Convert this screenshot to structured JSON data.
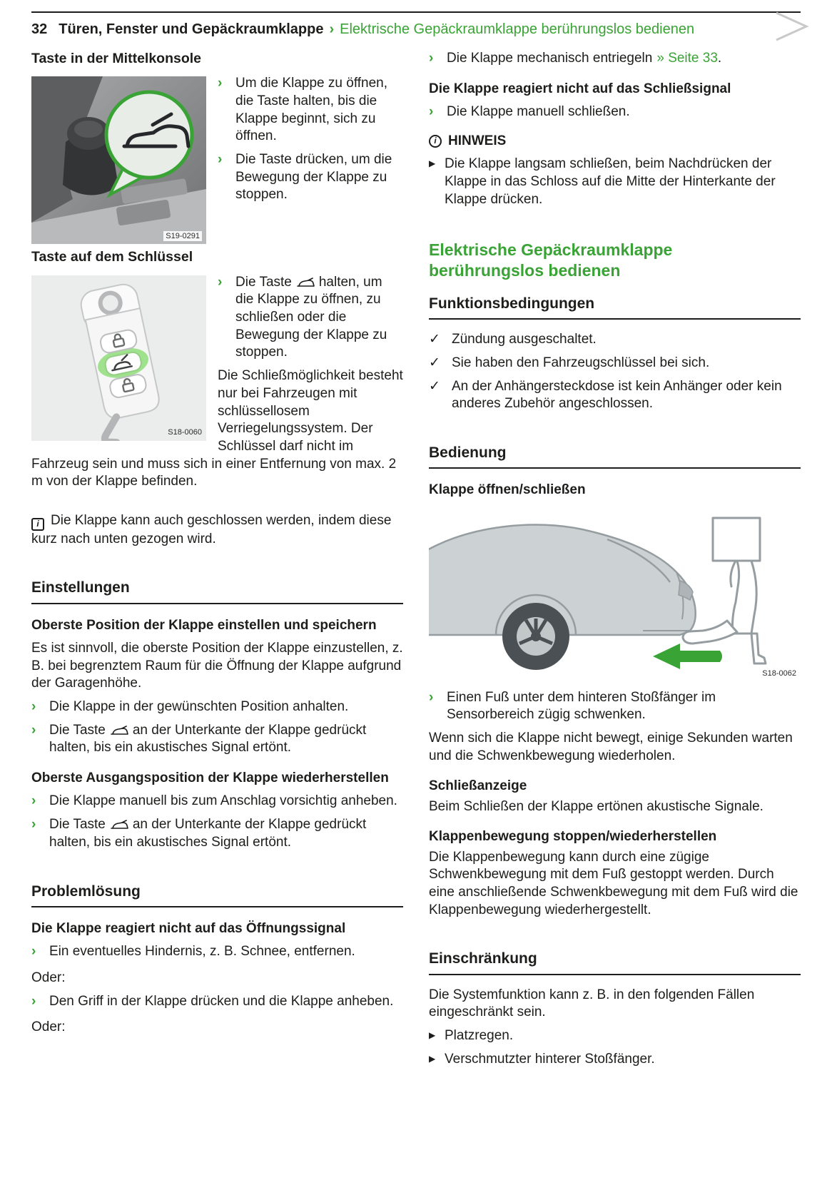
{
  "colors": {
    "accent_green": "#3aa335",
    "text": "#1d1d1b"
  },
  "glyphs": {
    "bullet": "›",
    "check": "✓",
    "triangle": "▶",
    "info": "i"
  },
  "header": {
    "page_number": "32",
    "chapter": "Türen, Fenster und Gepäckraumklappe",
    "separator": "›",
    "section": "Elektrische Gepäckraumklappe berührungslos bedienen"
  },
  "left": {
    "console_heading": "Taste in der Mittelkonsole",
    "console_image_label": "S19-0291",
    "console_bullets": [
      "Um die Klappe zu öffnen, die Taste halten, bis die Klappe beginnt, sich zu öffnen.",
      "Die Taste drücken, um die Bewegung der Klappe zu stoppen."
    ],
    "key_heading": "Taste auf dem Schlüssel",
    "key_image_label": "S18-0060",
    "key_bullet_pre": "Die Taste",
    "key_bullet_post": "halten, um die Klappe zu öffnen, zu schließen oder die Bewegung der Klappe zu stoppen.",
    "key_paragraph": "Die Schließmöglichkeit besteht nur bei Fahrzeugen mit schlüssellosem Verriegelungssystem. Der Schlüssel darf nicht im Fahrzeug sein und muss sich in einer Entfernung von max. 2 m von der Klappe befinden.",
    "info_note": "Die Klappe kann auch geschlossen werden, indem diese kurz nach unten gezogen wird.",
    "settings_heading": "Einstellungen",
    "settings_sub1": "Oberste Position der Klappe einstellen und speichern",
    "settings_p1": "Es ist sinnvoll, die oberste Position der Klappe einzustellen, z. B. bei begrenztem Raum für die Öffnung der Klappe aufgrund der Garagenhöhe.",
    "settings_b1": "Die Klappe in der gewünschten Position anhalten.",
    "settings_b2_pre": "Die Taste",
    "settings_b2_post": "an der Unterkante der Klappe gedrückt halten, bis ein akustisches Signal ertönt.",
    "settings_sub2": "Oberste Ausgangsposition der Klappe wiederherstellen",
    "settings_b3": "Die Klappe manuell bis zum Anschlag vorsichtig anheben.",
    "settings_b4_pre": "Die Taste",
    "settings_b4_post": "an der Unterkante der Klappe gedrückt halten, bis ein akustisches Signal ertönt.",
    "problem_heading": "Problemlösung",
    "problem_sub": "Die Klappe reagiert nicht auf das Öffnungssignal",
    "problem_b1": "Ein eventuelles Hindernis, z. B. Schnee, entfernen.",
    "oder_label": "Oder:",
    "problem_b2": "Den Griff in der Klappe drücken und die Klappe anheben."
  },
  "right": {
    "unlock_pre": "Die Klappe mechanisch entriegeln",
    "unlock_link": "» Seite 33",
    "unlock_suffix": ".",
    "close_sub": "Die Klappe reagiert nicht auf das Schließsignal",
    "close_bullet": "Die Klappe manuell schließen.",
    "hinweis_label": "HINWEIS",
    "hinweis_text": "Die Klappe langsam schließen, beim Nachdrücken der Klappe in das Schloss auf die Mitte der Hinterkante der Klappe drücken.",
    "main_heading": [
      "Elektrische Gepäckraumklappe",
      "berührungslos bedienen"
    ],
    "conditions_heading": "Funktionsbedingungen",
    "conditions": [
      "Zündung ausgeschaltet.",
      "Sie haben den Fahrzeugschlüssel bei sich.",
      "An der Anhängersteckdose ist kein Anhänger oder kein anderes Zubehör angeschlossen."
    ],
    "operation_heading": "Bedienung",
    "operation_sub": "Klappe öffnen/schließen",
    "car_image_label": "S18-0062",
    "operation_bullet": "Einen Fuß unter dem hinteren Stoßfänger im Sensorbereich zügig schwenken.",
    "operation_p": "Wenn sich die Klappe nicht bewegt, einige Sekunden warten und die Schwenkbewegung wiederholen.",
    "closeind_sub": "Schließanzeige",
    "closeind_p": "Beim Schließen der Klappe ertönen akustische Signale.",
    "movement_sub": "Klappenbewegung stoppen/wiederherstellen",
    "movement_p": "Die Klappenbewegung kann durch eine zügige Schwenkbewegung mit dem Fuß gestoppt werden. Durch eine anschließende Schwenkbewegung mit dem Fuß wird die Klappenbewegung wiederhergestellt.",
    "restriction_heading": "Einschränkung",
    "restriction_p": "Die Systemfunktion kann z. B. in den folgenden Fällen eingeschränkt sein.",
    "restriction_items": [
      "Platzregen.",
      "Verschmutzter hinterer Stoßfänger."
    ]
  }
}
